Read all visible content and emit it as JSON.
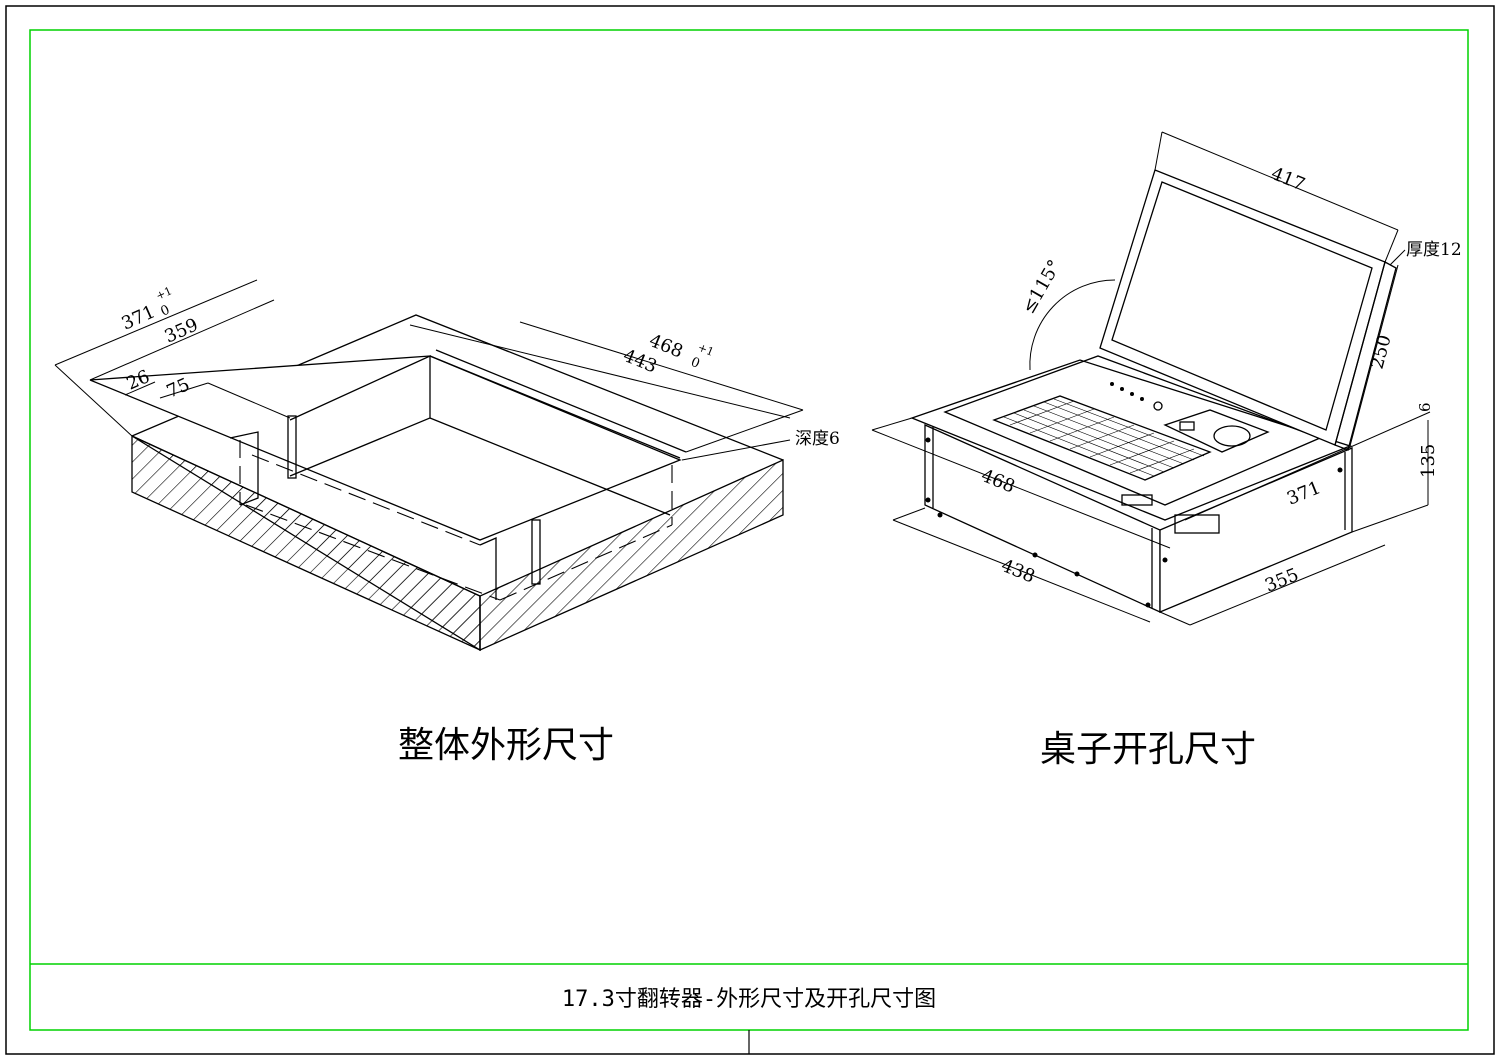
{
  "drawing": {
    "title": "17.3寸翻转器-外形尺寸及开孔尺寸图",
    "colors": {
      "frame": "#00d200",
      "line": "#000000",
      "background": "#ffffff"
    }
  },
  "left_view": {
    "caption": "整体外形尺寸",
    "dims": {
      "d371": "371",
      "tol_plus": "+1",
      "tol_zero": "0",
      "d359": "359",
      "d26": "26",
      "d75": "75",
      "d468": "468",
      "d443": "443"
    },
    "note_depth": "深度6"
  },
  "right_view": {
    "caption": "桌子开孔尺寸",
    "dims": {
      "d417": "417",
      "d250": "250",
      "angle": "≤115°",
      "d468": "468",
      "d438": "438",
      "d371": "371",
      "d355": "355",
      "d135": "135",
      "d6": "6"
    },
    "note_thickness": "厚度12"
  }
}
